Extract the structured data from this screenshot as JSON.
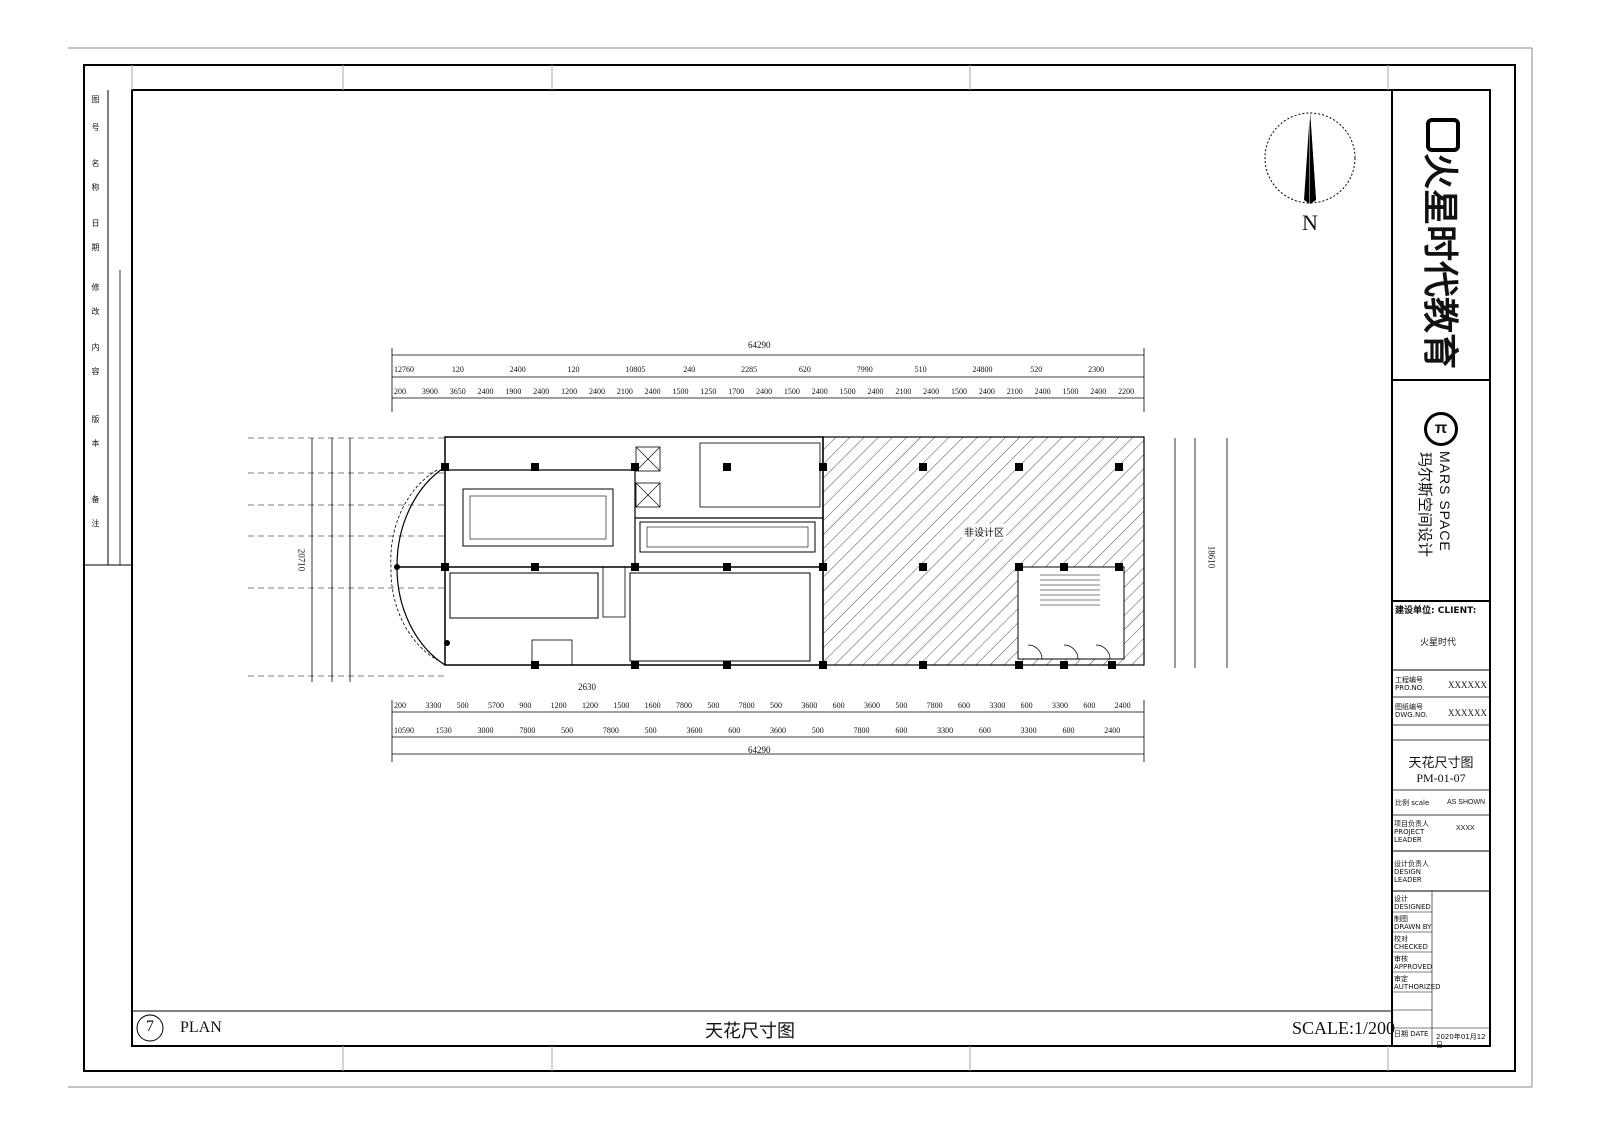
{
  "title_block": {
    "company_name": "火星时代教育",
    "mars_space_en": "MARS SPACE",
    "mars_space_cn": "玛尔斯空间设计",
    "client_label": "建设单位: CLIENT:",
    "client_value": "火星时代",
    "project_no_label": "工程编号 PRO.NO.",
    "project_no_value": "XXXXXX",
    "drawing_no_label": "图纸编号 DWG.NO.",
    "drawing_no_value": "XXXXXX",
    "drawing_title": "天花尺寸图",
    "sheet_number": "PM-01-07",
    "scale_label": "比例 scale",
    "scale_value": "AS SHOWN",
    "project_leader_label": "项目负责人 PROJECT LEADER",
    "project_leader_value": "XXXX",
    "design_leader_label": "设计负责人 DESIGN LEADER",
    "designer_label": "设计 DESIGNED",
    "drawn_label": "制图 DRAWN BY",
    "checked_label": "校对 CHECKED",
    "approved_label": "审核 APPROVED",
    "authorized_label": "审定 AUTHORIZED",
    "date_label": "日期 DATE",
    "date_value": "2020年01月12日"
  },
  "footer": {
    "plan_no": "7",
    "plan_label": "PLAN",
    "plan_title": "天花尺寸图",
    "scale": "SCALE:1/200"
  },
  "north_label": "N",
  "plan": {
    "overall_dimension_top": "64290",
    "overall_dimension_bottom": "64290",
    "zone_label": "非设计区",
    "left_overall": "20710",
    "right_overall": "18610",
    "top_row_1": [
      "12760",
      "120",
      "2400",
      "120",
      "10805",
      "240",
      "2285",
      "620",
      "7990",
      "510",
      "24800",
      "520",
      "2300"
    ],
    "top_row_2": [
      "200",
      "3900",
      "3650",
      "2400",
      "1900",
      "2400",
      "1200",
      "2400",
      "2100",
      "2400",
      "1500",
      "1250",
      "1700",
      "2400",
      "1500",
      "2400",
      "1500",
      "2400",
      "2100",
      "2400",
      "1500",
      "2400",
      "2100",
      "2400",
      "1500",
      "2400",
      "2200"
    ],
    "bottom_row_1": [
      "200",
      "3300",
      "500",
      "5700",
      "900",
      "1200",
      "1200",
      "1500",
      "1600",
      "7800",
      "500",
      "7800",
      "500",
      "3600",
      "600",
      "3600",
      "500",
      "7800",
      "600",
      "3300",
      "600",
      "3300",
      "600",
      "2400"
    ],
    "bottom_row_2": [
      "10590",
      "1530",
      "3000",
      "7800",
      "500",
      "7800",
      "500",
      "3600",
      "600",
      "3600",
      "500",
      "7800",
      "600",
      "3300",
      "600",
      "3300",
      "600",
      "2400"
    ],
    "dim_2630": "2630"
  },
  "left_strip": [
    "图",
    "号",
    "名",
    "称",
    "日",
    "期",
    "修",
    "改",
    "内",
    "容",
    "版",
    "本",
    "备",
    "注"
  ]
}
